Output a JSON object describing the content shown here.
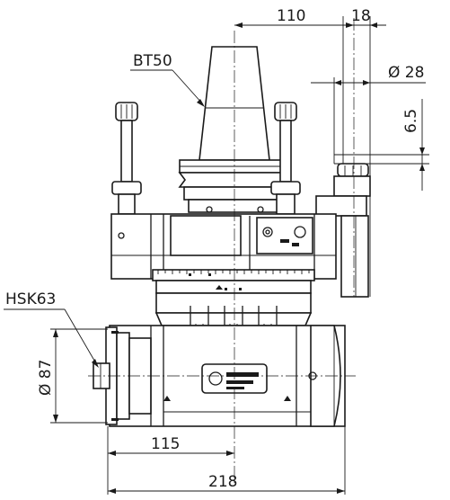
{
  "labels": {
    "taper": "BT50",
    "spindle": "HSK63"
  },
  "dimensions": {
    "offset_horizontal": "110",
    "flange_width": "18",
    "flange_diameter": "Ø 28",
    "flange_height": "6.5",
    "spindle_diameter": "Ø 87",
    "spindle_offset": "115",
    "overall_width": "218"
  },
  "colors": {
    "line": "#1a1a1a",
    "background": "#ffffff"
  }
}
